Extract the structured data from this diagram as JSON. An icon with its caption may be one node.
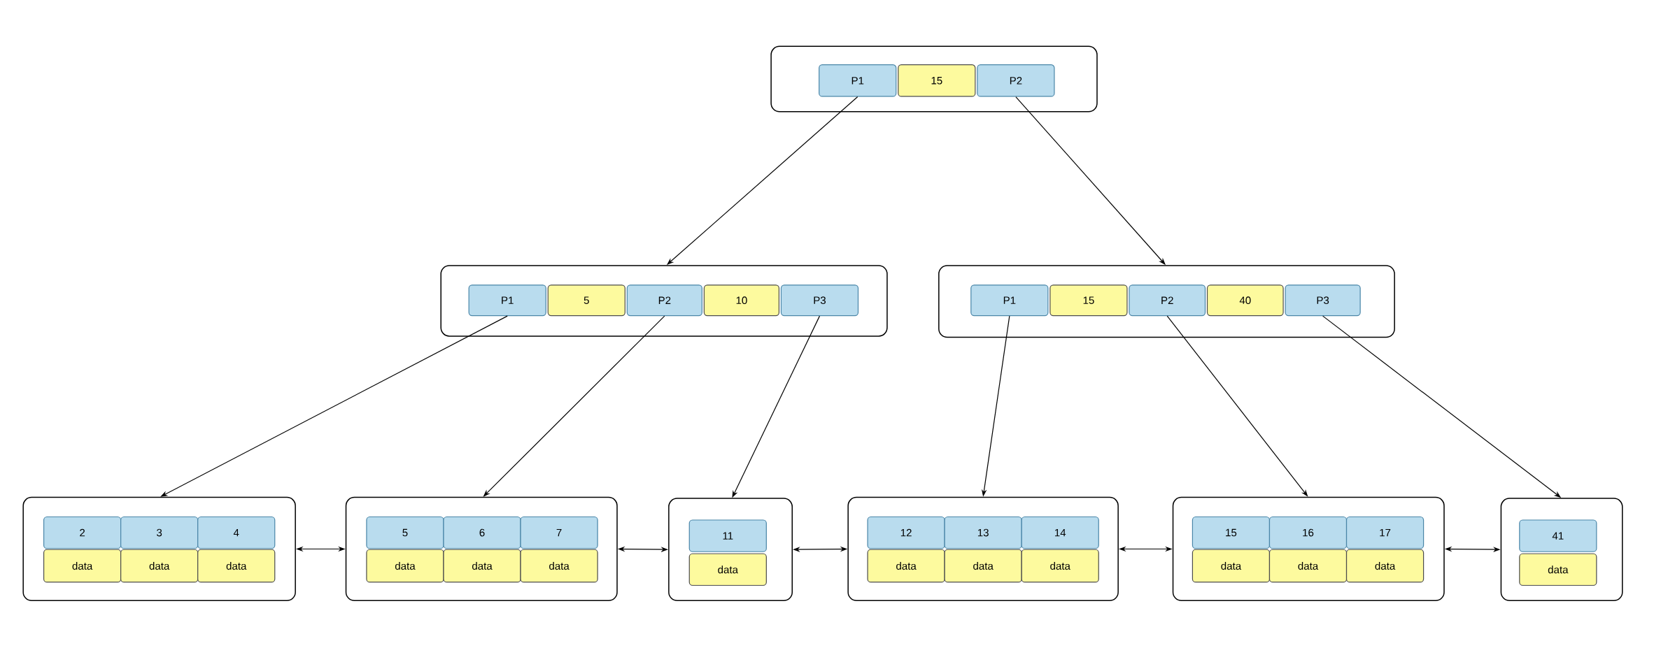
{
  "diagram": {
    "nodes": [
      {
        "text": [],
        "shape": "box"
      },
      {
        "text": [
          "P1"
        ],
        "in": 0
      },
      {
        "text": [
          "15"
        ],
        "in": 0
      },
      {
        "text": [
          "P2"
        ],
        "in": 0
      },
      {
        "text": [],
        "shape": "box"
      },
      {
        "text": [
          "P1"
        ],
        "in": 4
      },
      {
        "text": [
          "5"
        ],
        "in": 4
      },
      {
        "text": [
          "P2"
        ],
        "in": 4
      },
      {
        "text": [
          "10"
        ],
        "in": 4
      },
      {
        "text": [
          "P3"
        ],
        "in": 4
      },
      {
        "text": [],
        "shape": "box"
      },
      {
        "text": [
          "P1"
        ],
        "in": 10
      },
      {
        "text": [
          "15"
        ],
        "in": 10
      },
      {
        "text": [
          "P2"
        ],
        "in": 10
      },
      {
        "text": [
          "40"
        ],
        "in": 10
      },
      {
        "text": [
          "P3"
        ],
        "in": 10
      },
      {
        "text": [],
        "shape": "box"
      },
      {
        "text": [
          "2"
        ],
        "in": 16
      },
      {
        "text": [
          "3"
        ],
        "in": 16
      },
      {
        "text": [
          "4"
        ],
        "in": 16
      },
      {
        "text": [
          "data"
        ],
        "in": 16
      },
      {
        "text": [
          "data"
        ],
        "in": 16
      },
      {
        "text": [
          "data"
        ],
        "in": 16
      },
      {
        "text": [],
        "shape": "box"
      },
      {
        "text": [
          "5"
        ],
        "in": 23
      },
      {
        "text": [
          "6"
        ],
        "in": 23
      },
      {
        "text": [
          "7"
        ],
        "in": 23
      },
      {
        "text": [
          "data"
        ],
        "in": 23
      },
      {
        "text": [
          "data"
        ],
        "in": 23
      },
      {
        "text": [
          "data"
        ],
        "in": 23
      },
      {
        "text": [],
        "shape": "box"
      },
      {
        "text": [
          "11"
        ],
        "in": 30
      },
      {
        "text": [
          "data"
        ],
        "in": 30
      },
      {
        "text": [],
        "shape": "box"
      },
      {
        "text": [
          "12"
        ],
        "in": 33
      },
      {
        "text": [
          "13"
        ],
        "in": 33
      },
      {
        "text": [
          "14"
        ],
        "in": 33
      },
      {
        "text": [
          "data"
        ],
        "in": 33
      },
      {
        "text": [
          "data"
        ],
        "in": 33
      },
      {
        "text": [
          "data"
        ],
        "in": 33
      },
      {
        "text": [],
        "shape": "box"
      },
      {
        "text": [
          "15"
        ],
        "in": 40
      },
      {
        "text": [
          "16"
        ],
        "in": 40
      },
      {
        "text": [
          "17"
        ],
        "in": 40
      },
      {
        "text": [
          "data"
        ],
        "in": 40
      },
      {
        "text": [
          "data"
        ],
        "in": 40
      },
      {
        "text": [
          "data"
        ],
        "in": 40
      },
      {
        "text": [],
        "shape": "box"
      },
      {
        "text": [
          "41"
        ],
        "in": 47
      },
      {
        "text": [
          "data"
        ],
        "in": 47
      }
    ],
    "edges": [
      {
        "from": 1,
        "to": 4,
        "arrow": "to"
      },
      {
        "from": 3,
        "to": 10,
        "arrow": "to"
      },
      {
        "from": 5,
        "to": 16,
        "arrow": "to"
      },
      {
        "from": 7,
        "to": 23,
        "arrow": "to"
      },
      {
        "from": 9,
        "to": 30,
        "arrow": "to"
      },
      {
        "from": 11,
        "to": 33,
        "arrow": "to"
      },
      {
        "from": 13,
        "to": 40,
        "arrow": "to"
      },
      {
        "from": 15,
        "to": 47,
        "arrow": "to"
      },
      {
        "from": 16,
        "to": 23,
        "arrow": "both"
      },
      {
        "from": 23,
        "to": 30,
        "arrow": "both"
      },
      {
        "from": 30,
        "to": 33,
        "arrow": "both"
      },
      {
        "from": 33,
        "to": 40,
        "arrow": "both"
      },
      {
        "from": 40,
        "to": 47,
        "arrow": "both"
      }
    ]
  }
}
